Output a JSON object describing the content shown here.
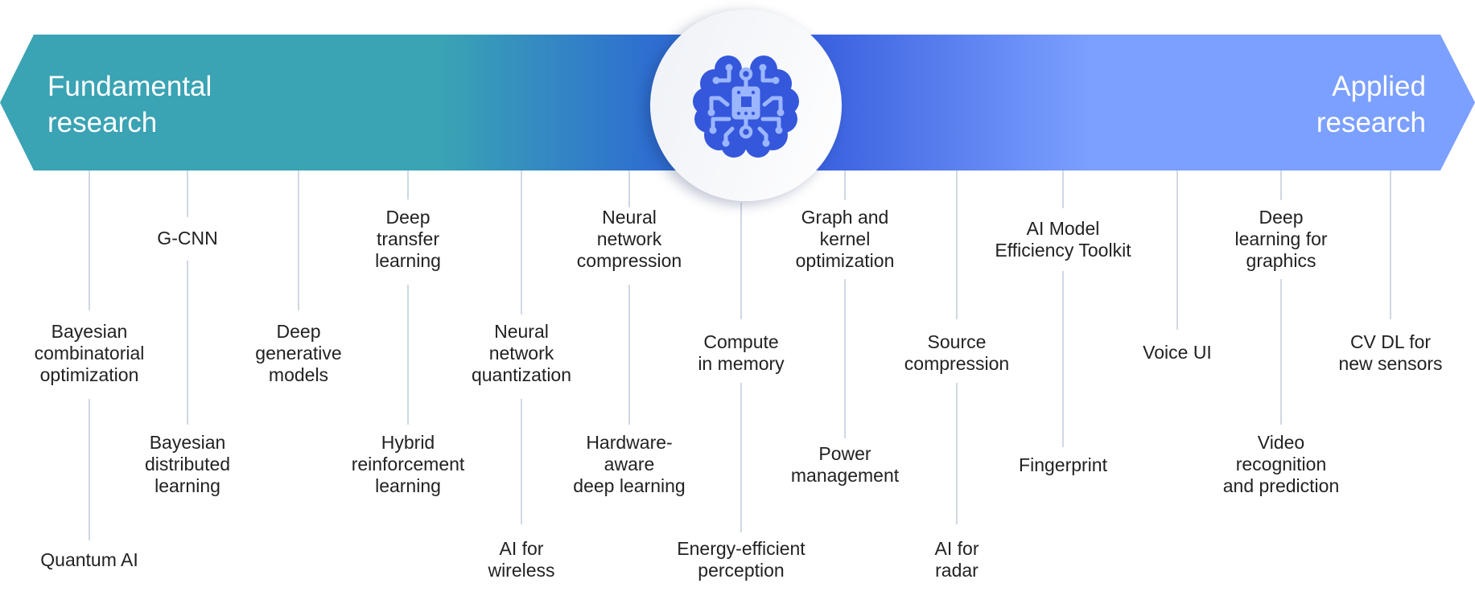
{
  "banner": {
    "left_title": [
      "Fundamental",
      "research"
    ],
    "right_title": [
      "Applied",
      "research"
    ],
    "gradient_colors": [
      "#3aa3b4",
      "#3aa3b4",
      "#2e6fd0",
      "#3c63e0",
      "#7ca0ff",
      "#7ca0ff"
    ]
  },
  "hub": {
    "icon": "brain-circuit-icon",
    "icon_color": "#3457dc",
    "circuit_color": "#9bb6ff"
  },
  "topics": [
    {
      "id": "bayesian-combinatorial-optimization",
      "lines": [
        "Bayesian",
        "combinatorial",
        "optimization"
      ]
    },
    {
      "id": "quantum-ai",
      "lines": [
        "Quantum AI"
      ]
    },
    {
      "id": "g-cnn",
      "lines": [
        "G-CNN"
      ]
    },
    {
      "id": "bayesian-distributed-learning",
      "lines": [
        "Bayesian",
        "distributed",
        "learning"
      ]
    },
    {
      "id": "deep-generative-models",
      "lines": [
        "Deep",
        "generative",
        "models"
      ]
    },
    {
      "id": "deep-transfer-learning",
      "lines": [
        "Deep",
        "transfer",
        "learning"
      ]
    },
    {
      "id": "hybrid-reinforcement-learning",
      "lines": [
        "Hybrid",
        "reinforcement",
        "learning"
      ]
    },
    {
      "id": "neural-network-quantization",
      "lines": [
        "Neural",
        "network",
        "quantization"
      ]
    },
    {
      "id": "ai-for-wireless",
      "lines": [
        "AI for",
        "wireless"
      ]
    },
    {
      "id": "neural-network-compression",
      "lines": [
        "Neural",
        "network",
        "compression"
      ]
    },
    {
      "id": "hardware-aware-deep-learning",
      "lines": [
        "Hardware-",
        "aware",
        "deep learning"
      ]
    },
    {
      "id": "compute-in-memory",
      "lines": [
        "Compute",
        "in memory"
      ]
    },
    {
      "id": "energy-efficient-perception",
      "lines": [
        "Energy-efficient",
        "perception"
      ]
    },
    {
      "id": "graph-and-kernel-optimization",
      "lines": [
        "Graph and",
        "kernel",
        "optimization"
      ]
    },
    {
      "id": "power-management",
      "lines": [
        "Power",
        "management"
      ]
    },
    {
      "id": "source-compression",
      "lines": [
        "Source",
        "compression"
      ]
    },
    {
      "id": "ai-for-radar",
      "lines": [
        "AI for",
        "radar"
      ]
    },
    {
      "id": "ai-model-efficiency-toolkit",
      "lines": [
        "AI Model",
        "Efficiency Toolkit"
      ]
    },
    {
      "id": "fingerprint",
      "lines": [
        "Fingerprint"
      ]
    },
    {
      "id": "voice-ui",
      "lines": [
        "Voice UI"
      ]
    },
    {
      "id": "deep-learning-for-graphics",
      "lines": [
        "Deep",
        "learning for",
        "graphics"
      ]
    },
    {
      "id": "video-recognition-and-prediction",
      "lines": [
        "Video",
        "recognition",
        "and prediction"
      ]
    },
    {
      "id": "cv-dl-for-new-sensors",
      "lines": [
        "CV DL for",
        "new sensors"
      ]
    }
  ],
  "colors": {
    "connector": "#cfd8e3",
    "text": "#222222",
    "title_text": "#ffffff"
  }
}
